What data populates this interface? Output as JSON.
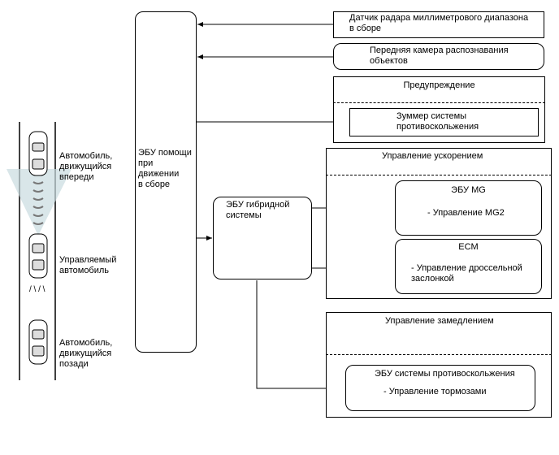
{
  "cars": {
    "front_label": "Автомобиль,\nдвижущийся\nвпереди",
    "own_label": "Управляемый\nавтомобиль",
    "rear_label": "Автомобиль,\nдвижущийся\nпозади",
    "lane_marks": "/ \\  / \\"
  },
  "ecu_assist": {
    "label": "ЭБУ помощи\nпри\nдвижении\nв сборе"
  },
  "inputs": {
    "radar": "Датчик радара миллиметрового диапазона\nв сборе",
    "camera": "Передняя камера распознавания\nобъектов"
  },
  "warning": {
    "title": "Предупреждение",
    "buzzer": "Зуммер системы\nпротивоскольжения"
  },
  "hybrid_ecu": {
    "label": "ЭБУ гибридной\nсистемы"
  },
  "acceleration": {
    "title": "Управление ускорением",
    "mg_title": "ЭБУ MG",
    "mg_item": "- Управление MG2",
    "ecm_title": "ECM",
    "ecm_item": "- Управление дроссельной\nзаслонкой"
  },
  "deceleration": {
    "title": "Управление замедлением",
    "skid_title": "ЭБУ системы противоскольжения",
    "skid_item": "- Управление тормозами"
  }
}
